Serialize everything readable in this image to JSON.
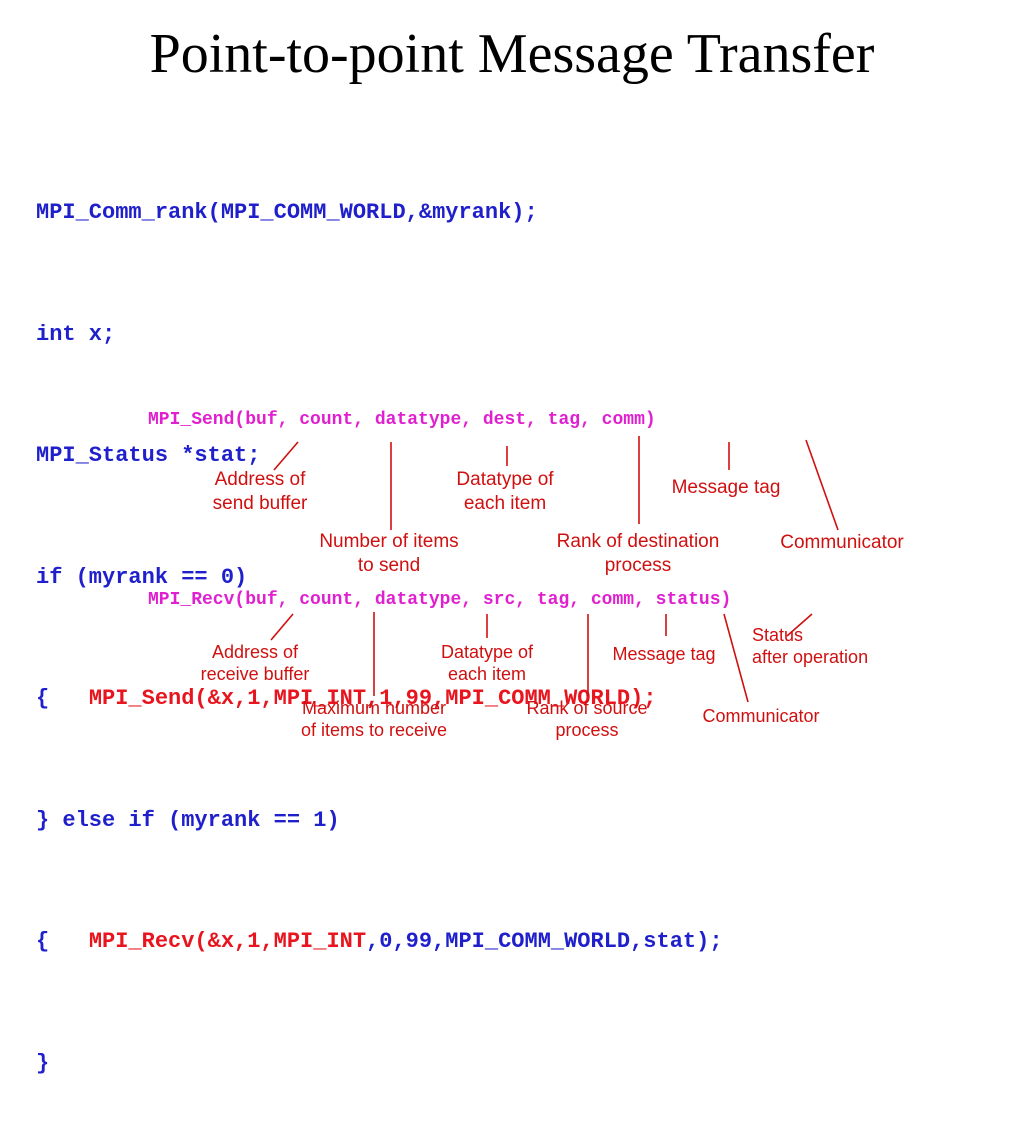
{
  "slide": {
    "title": "Point-to-point Message Transfer"
  },
  "code": {
    "line1": "MPI_Comm_rank(MPI_COMM_WORLD,&myrank);",
    "line2": "int x;",
    "line3": "MPI_Status *stat;",
    "line4": "if (myrank == 0)",
    "line5_brace": "{   ",
    "line5_call": "MPI_Send(&x,1,MPI_INT,1,99,MPI_COMM_WORLD);",
    "line6": "} else if (myrank == 1)",
    "line7_brace": "{   ",
    "line7_call_red": "MPI_Recv(&x,1,MPI_INT",
    "line7_call_blue": ",0,99,MPI_COMM_WORLD,stat);",
    "line8": "}"
  },
  "send_signature": {
    "text": "MPI_Send(buf, count, datatype, dest, tag, comm)",
    "annotations": {
      "address": [
        "Address of",
        "send buffer"
      ],
      "count": [
        "Number of items",
        "to send"
      ],
      "datatype": [
        "Datatype of",
        "each item"
      ],
      "dest": [
        "Rank of destination",
        "process"
      ],
      "tag": [
        "Message tag"
      ],
      "comm": [
        "Communicator"
      ]
    }
  },
  "recv_signature": {
    "text": "MPI_Recv(buf, count, datatype, src, tag, comm, status)",
    "annotations": {
      "address": [
        "Address of",
        "receive buffer"
      ],
      "count": [
        "Maximum number",
        "of items to receive"
      ],
      "datatype": [
        "Datatype of",
        "each item"
      ],
      "src": [
        "Rank of source",
        "process"
      ],
      "tag": [
        "Message tag"
      ],
      "comm": [
        "Communicator"
      ],
      "status": [
        "Status",
        "after operation"
      ]
    }
  },
  "colors": {
    "code_blue": "#1f1fcc",
    "code_red": "#e8141e",
    "signature_magenta": "#e020d0",
    "annotation_red": "#d01010"
  }
}
